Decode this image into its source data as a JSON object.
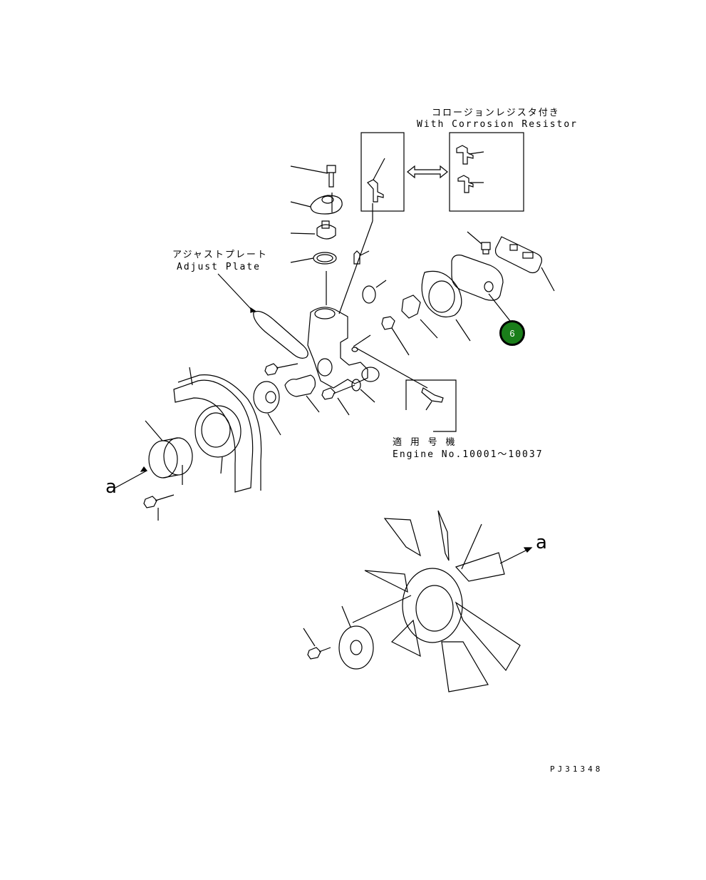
{
  "corrosion": {
    "jp": "コロージョンレジスタ付き",
    "en": "With Corrosion Resistor"
  },
  "adjust_plate": {
    "jp": "アジャストプレート",
    "en": "Adjust Plate"
  },
  "engine": {
    "jp": "適 用 号 機",
    "en": "Engine No.10001～10037"
  },
  "ref_a": "a",
  "ref_a2": "a",
  "drawing_code": "PJ31348",
  "callout": {
    "label": "6",
    "color": "#1a7e1a"
  }
}
